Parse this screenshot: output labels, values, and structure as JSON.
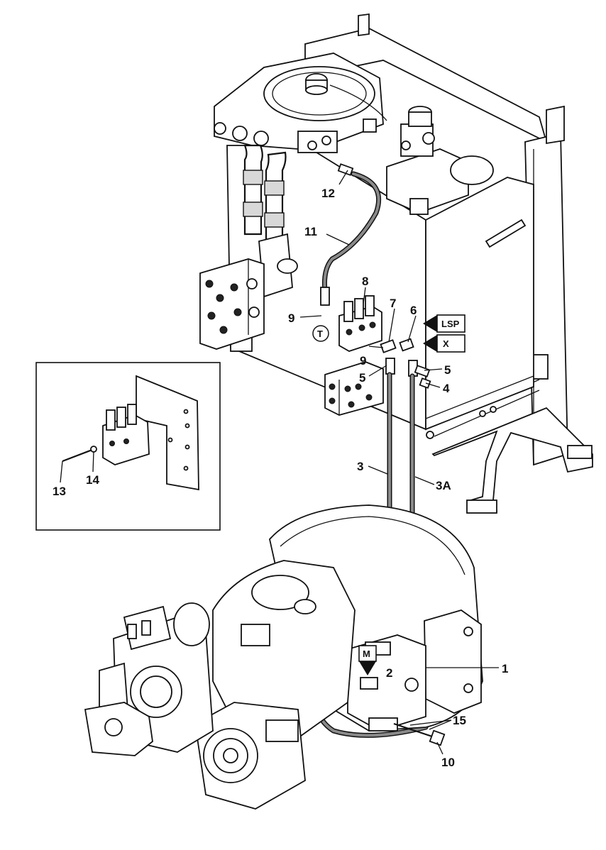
{
  "callouts": {
    "c1": "1",
    "c2": "2",
    "c3": "3",
    "c3a": "3A",
    "c4": "4",
    "c5a": "5",
    "c5b": "5",
    "c6": "6",
    "c7": "7",
    "c8": "8",
    "c9a": "9",
    "c9b": "9",
    "c10": "10",
    "c11": "11",
    "c12": "12",
    "c13": "13",
    "c14": "14",
    "c15": "15"
  },
  "tags": {
    "lsp": "LSP",
    "x": "X",
    "m": "M",
    "t": "T"
  }
}
